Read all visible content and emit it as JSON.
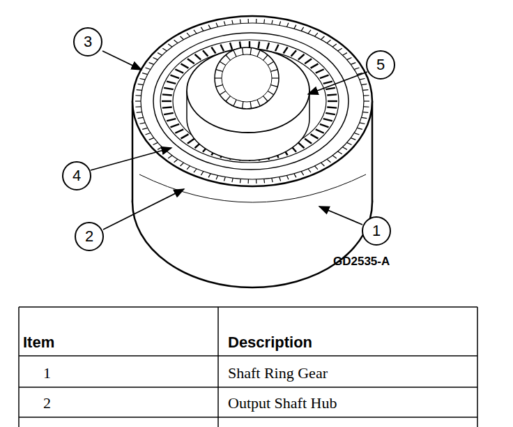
{
  "diagram": {
    "nodes": [
      {
        "text": [
          "3"
        ]
      },
      {
        "text": [
          "5"
        ]
      },
      {
        "text": [
          "4"
        ]
      },
      {
        "text": [
          "2"
        ]
      },
      {
        "text": [
          "1"
        ]
      }
    ],
    "labels": [
      "GD2535-A",
      "Item",
      "Description",
      "1",
      "Shaft Ring Gear",
      "2",
      "Output Shaft Hub"
    ]
  }
}
